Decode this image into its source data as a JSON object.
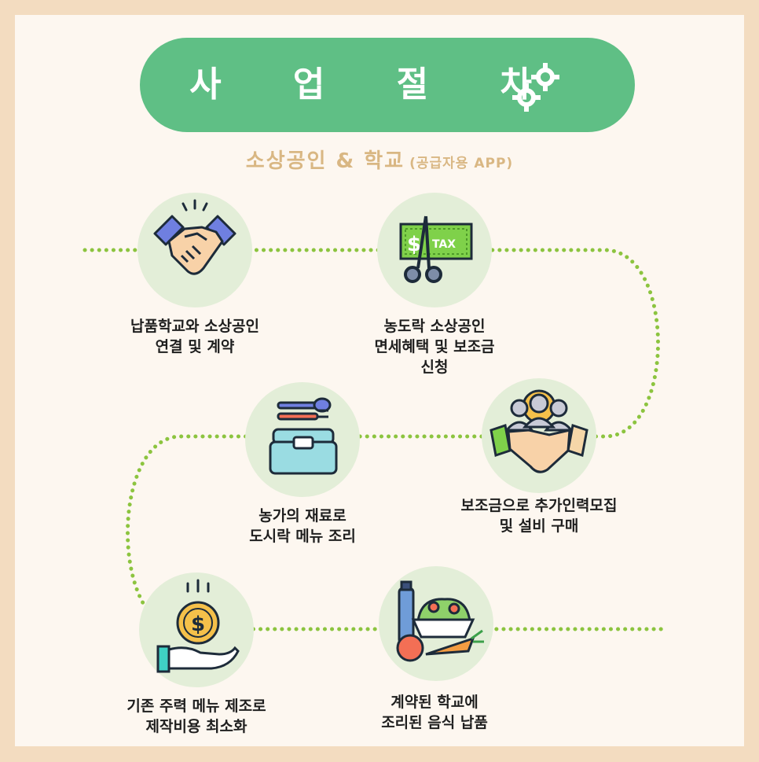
{
  "title": "사 업 절 차",
  "subtitle": "소상공인 & 학교",
  "subtitle_note": "(공급자용 APP)",
  "steps": [
    {
      "line1": "납품학교와 소상공인",
      "line2": "연결 및 계약",
      "line3": ""
    },
    {
      "line1": "농도락 소상공인",
      "line2": "면세혜택 및 보조금",
      "line3": "신청"
    },
    {
      "line1": "보조금으로 추가인력모집",
      "line2": "및 설비 구매",
      "line3": ""
    },
    {
      "line1": "농가의 재료로",
      "line2": "도시락 메뉴 조리",
      "line3": ""
    },
    {
      "line1": "기존 주력 메뉴 제조로",
      "line2": "제작비용 최소화",
      "line3": ""
    },
    {
      "line1": "계약된 학교에",
      "line2": "조리된 음식 납품",
      "line3": ""
    }
  ],
  "icons": {
    "step1": "handshake-icon",
    "step2": "tax-cut-icon",
    "step3": "team-handshake-icon",
    "step4": "lunchbox-icon",
    "step5": "money-hand-icon",
    "step6": "groceries-icon"
  },
  "colors": {
    "background": "#f3dcc0",
    "card": "#fdf7f0",
    "title_pill": "#5fbf85",
    "subtitle": "#d9b783",
    "node_circle": "#e3eed8",
    "path_dots": "#8cc43f"
  },
  "tax_label": "TAX"
}
